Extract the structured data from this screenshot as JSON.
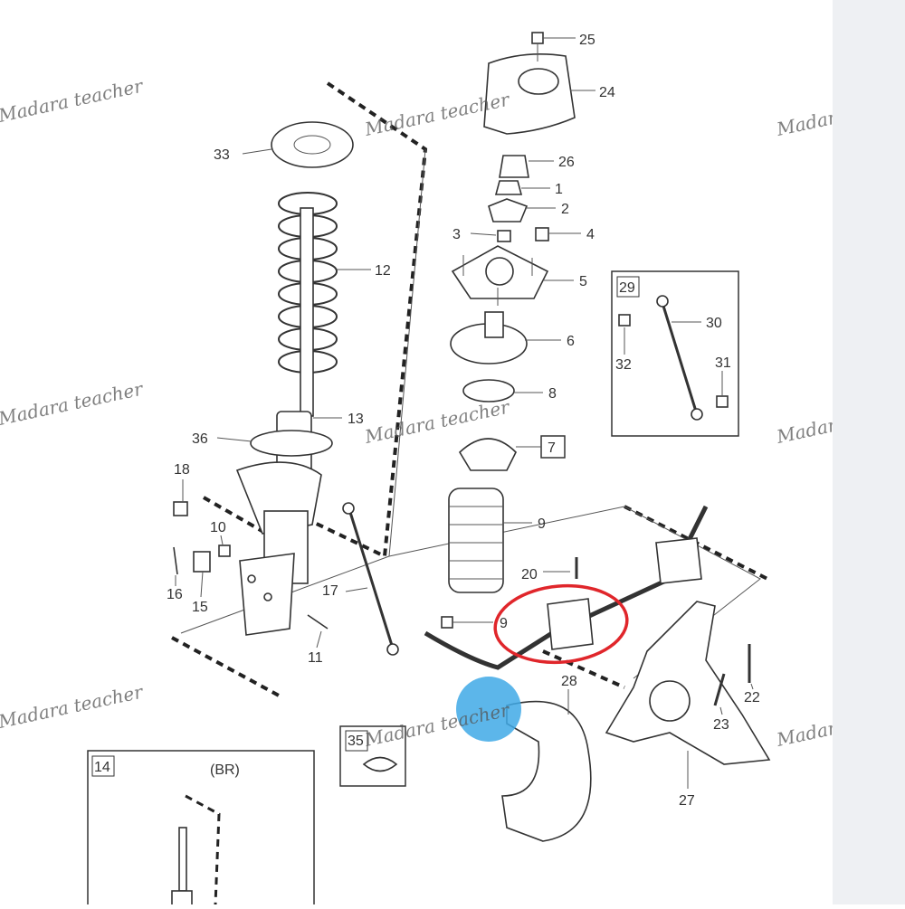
{
  "callouts": {
    "n1": "1",
    "n2": "2",
    "n3": "3",
    "n4": "4",
    "n5": "5",
    "n6": "6",
    "n7": "7",
    "n8": "8",
    "n9a": "9",
    "n9b": "9",
    "n10": "10",
    "n11": "11",
    "n12": "12",
    "n13": "13",
    "n14": "14",
    "n15": "15",
    "n16": "16",
    "n17": "17",
    "n18": "18",
    "n20": "20",
    "n22": "22",
    "n23": "23",
    "n24": "24",
    "n25": "25",
    "n26": "26",
    "n27": "27",
    "n28": "28",
    "n29": "29",
    "n30": "30",
    "n31": "31",
    "n32": "32",
    "n33": "33",
    "n35": "35",
    "n36": "36"
  },
  "inset_br": {
    "label": "(BR)"
  },
  "watermark": {
    "text": "Madara teacher"
  },
  "colors": {
    "highlight_ring": "#e0262b",
    "marker_dot": "#3fa9e6",
    "band": "#eef0f3"
  }
}
